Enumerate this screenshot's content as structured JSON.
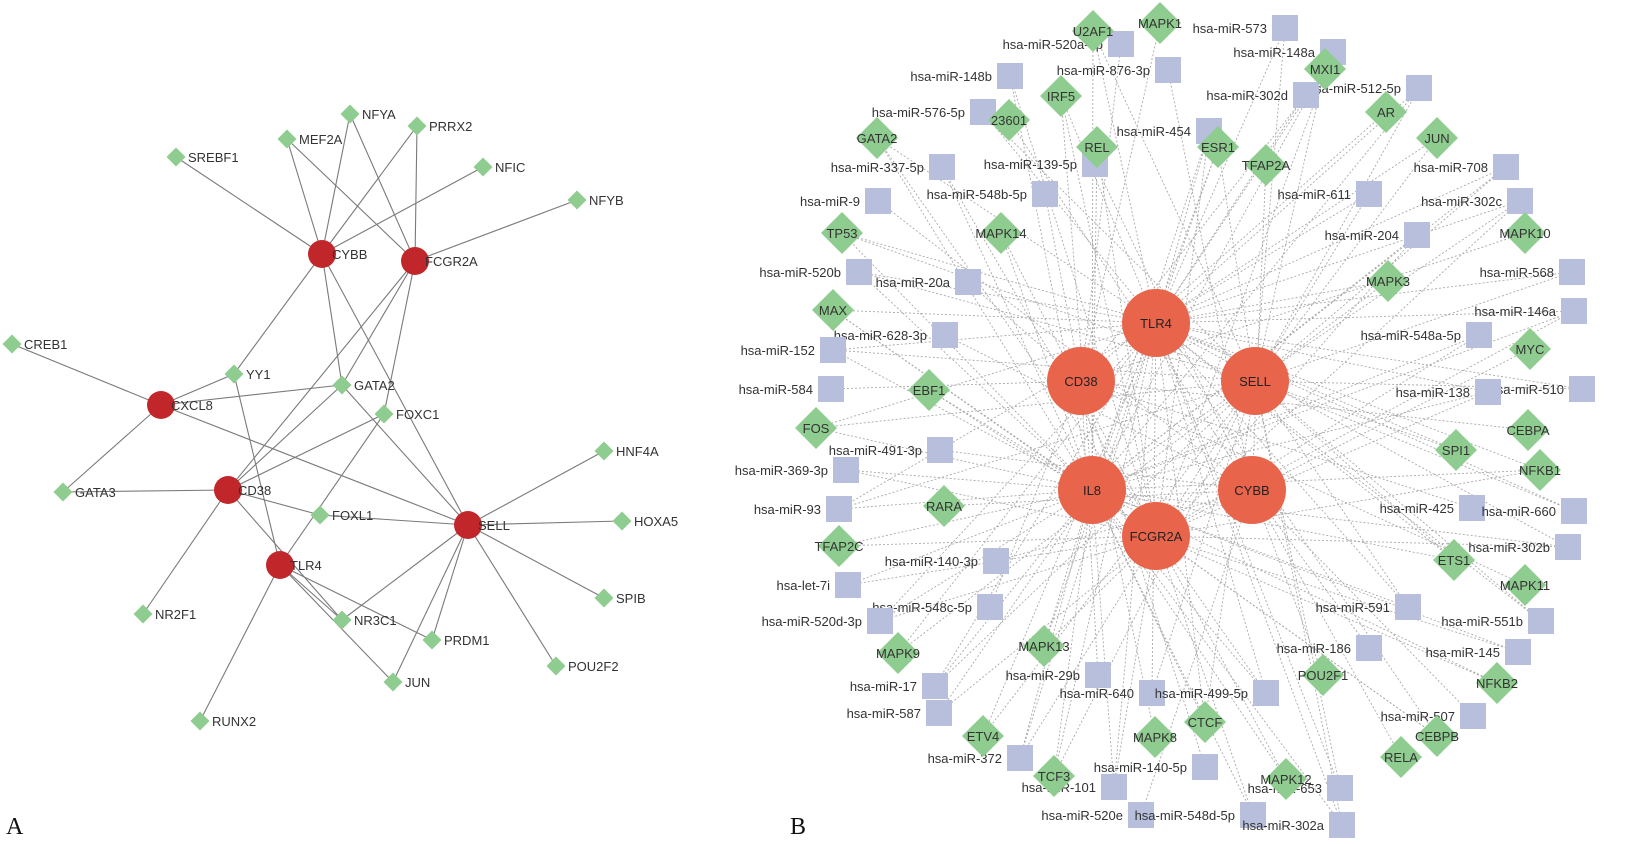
{
  "colors": {
    "hub_a": "#c0262a",
    "hub_b": "#e8654b",
    "tf": "#8fcc8f",
    "mirna": "#b8bfdd",
    "edge": "#7a7a7a"
  },
  "panelA": {
    "letter": "A",
    "nodes": [
      {
        "id": "CYBB",
        "type": "hub"
      },
      {
        "id": "FCGR2A",
        "type": "hub"
      },
      {
        "id": "CXCL8",
        "type": "hub"
      },
      {
        "id": "CD38",
        "type": "hub"
      },
      {
        "id": "TLR4",
        "type": "hub"
      },
      {
        "id": "SELL",
        "type": "hub"
      },
      {
        "id": "NFYA",
        "type": "tf"
      },
      {
        "id": "PRRX2",
        "type": "tf"
      },
      {
        "id": "MEF2A",
        "type": "tf"
      },
      {
        "id": "SREBF1",
        "type": "tf"
      },
      {
        "id": "NFIC",
        "type": "tf"
      },
      {
        "id": "NFYB",
        "type": "tf"
      },
      {
        "id": "CREB1",
        "type": "tf"
      },
      {
        "id": "YY1",
        "type": "tf"
      },
      {
        "id": "GATA2",
        "type": "tf"
      },
      {
        "id": "FOXC1",
        "type": "tf"
      },
      {
        "id": "GATA3",
        "type": "tf"
      },
      {
        "id": "FOXL1",
        "type": "tf"
      },
      {
        "id": "HNF4A",
        "type": "tf"
      },
      {
        "id": "HOXA5",
        "type": "tf"
      },
      {
        "id": "SPIB",
        "type": "tf"
      },
      {
        "id": "NR2F1",
        "type": "tf"
      },
      {
        "id": "NR3C1",
        "type": "tf"
      },
      {
        "id": "PRDM1",
        "type": "tf"
      },
      {
        "id": "POU2F2",
        "type": "tf"
      },
      {
        "id": "JUN",
        "type": "tf"
      },
      {
        "id": "RUNX2",
        "type": "tf"
      }
    ],
    "edges": [
      [
        "CYBB",
        "NFYA"
      ],
      [
        "CYBB",
        "MEF2A"
      ],
      [
        "CYBB",
        "PRRX2"
      ],
      [
        "CYBB",
        "SREBF1"
      ],
      [
        "CYBB",
        "NFIC"
      ],
      [
        "CYBB",
        "YY1"
      ],
      [
        "CYBB",
        "GATA2"
      ],
      [
        "CYBB",
        "SELL"
      ],
      [
        "FCGR2A",
        "NFYA"
      ],
      [
        "FCGR2A",
        "MEF2A"
      ],
      [
        "FCGR2A",
        "PRRX2"
      ],
      [
        "FCGR2A",
        "NFYB"
      ],
      [
        "FCGR2A",
        "GATA2"
      ],
      [
        "FCGR2A",
        "FOXC1"
      ],
      [
        "FCGR2A",
        "CD38"
      ],
      [
        "CXCL8",
        "CREB1"
      ],
      [
        "CXCL8",
        "GATA3"
      ],
      [
        "CXCL8",
        "YY1"
      ],
      [
        "CXCL8",
        "GATA2"
      ],
      [
        "CXCL8",
        "SELL"
      ],
      [
        "CD38",
        "GATA3"
      ],
      [
        "CD38",
        "GATA2"
      ],
      [
        "CD38",
        "FOXC1"
      ],
      [
        "CD38",
        "FOXL1"
      ],
      [
        "CD38",
        "NR2F1"
      ],
      [
        "CD38",
        "NR3C1"
      ],
      [
        "TLR4",
        "YY1"
      ],
      [
        "TLR4",
        "FOXC1"
      ],
      [
        "TLR4",
        "NR3C1"
      ],
      [
        "TLR4",
        "PRDM1"
      ],
      [
        "TLR4",
        "JUN"
      ],
      [
        "TLR4",
        "RUNX2"
      ],
      [
        "SELL",
        "HNF4A"
      ],
      [
        "SELL",
        "HOXA5"
      ],
      [
        "SELL",
        "SPIB"
      ],
      [
        "SELL",
        "POU2F2"
      ],
      [
        "SELL",
        "FOXL1"
      ],
      [
        "SELL",
        "JUN"
      ],
      [
        "SELL",
        "PRDM1"
      ],
      [
        "SELL",
        "NR3C1"
      ],
      [
        "SELL",
        "GATA2"
      ]
    ]
  },
  "panelB": {
    "letter": "B",
    "hubs": [
      "TLR4",
      "CD38",
      "SELL",
      "IL8",
      "CYBB",
      "FCGR2A"
    ],
    "tfs": [
      "U2AF1",
      "MAPK1",
      "MXI1",
      "IRF5",
      "23601",
      "REL",
      "ESR1",
      "AR",
      "JUN",
      "GATA2",
      "TFAP2A",
      "MAPK14",
      "TP53",
      "MAPK10",
      "MAPK3",
      "MAX",
      "MYC",
      "EBF1",
      "FOS",
      "CEBPA",
      "SPI1",
      "NFKB1",
      "RARA",
      "TFAP2C",
      "ETS1",
      "MAPK11",
      "MAPK9",
      "MAPK13",
      "POU2F1",
      "NFKB2",
      "CTCF",
      "MAPK8",
      "ETV4",
      "CEBPB",
      "RELA",
      "MAPK12",
      "TCF3"
    ],
    "mirnas": [
      "hsa-miR-520a-3p",
      "hsa-miR-573",
      "hsa-miR-148a",
      "hsa-miR-876-3p",
      "hsa-miR-148b",
      "hsa-miR-512-5p",
      "hsa-miR-302d",
      "hsa-miR-576-5p",
      "hsa-miR-454",
      "hsa-miR-139-5p",
      "hsa-miR-337-5p",
      "hsa-miR-708",
      "hsa-miR-548b-5p",
      "hsa-miR-611",
      "hsa-miR-302c",
      "hsa-miR-9",
      "hsa-miR-204",
      "hsa-miR-520b",
      "hsa-miR-20a",
      "hsa-miR-568",
      "hsa-miR-146a",
      "hsa-miR-628-3p",
      "hsa-miR-548a-5p",
      "hsa-miR-152",
      "hsa-miR-584",
      "hsa-miR-510",
      "hsa-miR-138",
      "hsa-miR-491-3p",
      "hsa-miR-369-3p",
      "hsa-miR-93",
      "hsa-miR-425",
      "hsa-miR-660",
      "hsa-miR-302b",
      "hsa-miR-140-3p",
      "hsa-let-7i",
      "hsa-miR-591",
      "hsa-miR-548c-5p",
      "hsa-miR-551b",
      "hsa-miR-520d-3p",
      "hsa-miR-186",
      "hsa-miR-145",
      "hsa-miR-17",
      "hsa-miR-29b",
      "hsa-miR-640",
      "hsa-miR-499-5p",
      "hsa-miR-507",
      "hsa-miR-587",
      "hsa-miR-372",
      "hsa-miR-140-5p",
      "hsa-miR-653",
      "hsa-miR-101",
      "hsa-miR-520e",
      "hsa-miR-548d-5p",
      "hsa-miR-302a"
    ]
  }
}
